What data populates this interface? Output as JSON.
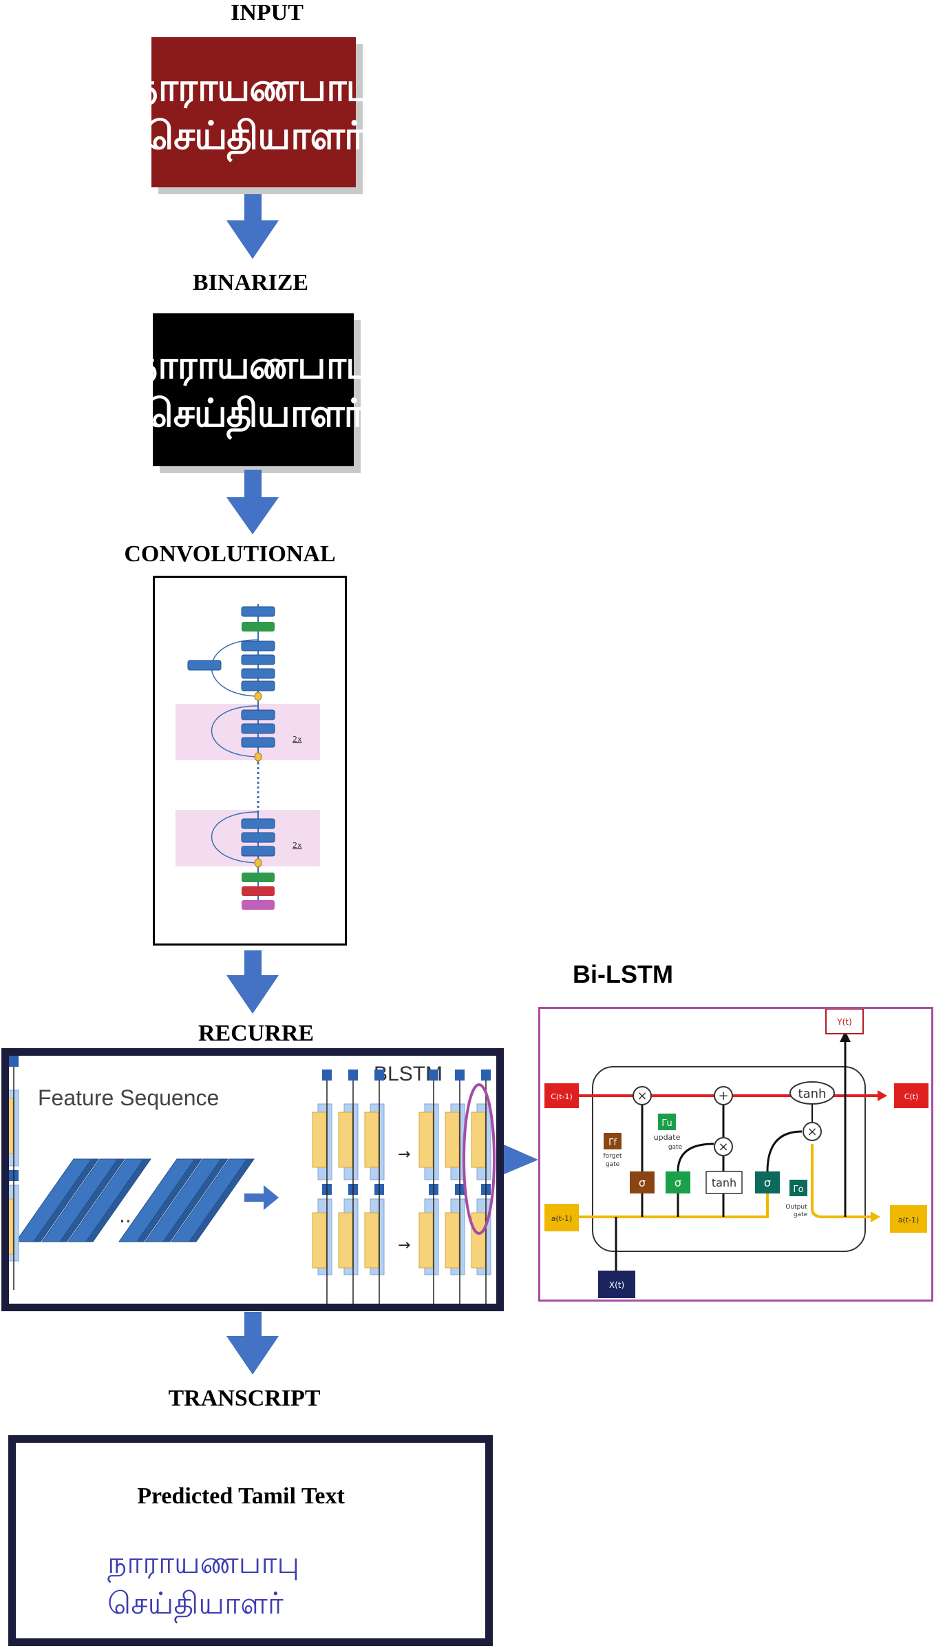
{
  "headings": {
    "input": "INPUT",
    "binarize": "BINARIZE",
    "convolutional": "CONVOLUTIONAL",
    "recurre": "RECURRE",
    "transcript": "TRANSCRIPT",
    "bilstm": "Bi-LSTM"
  },
  "input_image": {
    "line1": "நாராயணபாபு",
    "line2": "செய்தியாளர்",
    "bg": "#8b1a1a"
  },
  "binarized_image": {
    "line1": "நாராயணபாபு",
    "line2": "செய்தியாளர்",
    "bg": "#000000"
  },
  "cnn": {
    "repeat_label_1": "2x",
    "repeat_label_2": "2x"
  },
  "recurrent": {
    "feature_sequence_label": "Feature Sequence",
    "ellipsis": "...",
    "blstm_label": "BLSTM"
  },
  "lstm_cell": {
    "c_prev": "C(t-1)",
    "c_next": "C(t)",
    "a_prev": "a(t-1)",
    "a_next": "a(t-1)",
    "x_in": "X(t)",
    "y_out": "Y(t)",
    "forget_gate_symbol": "Γf",
    "forget_gate_label": "forget",
    "forget_gate_label2": "gate",
    "update_gate_symbol": "Γu",
    "update_gate_label": "update",
    "update_gate_label2": "gate",
    "output_gate_symbol": "Γo",
    "output_gate_label": "Output",
    "output_gate_label2": "gate",
    "sigma": "σ",
    "tanh": "tanh",
    "times": "×",
    "plus": "+"
  },
  "prediction": {
    "title": "Predicted Tamil Text",
    "line1": "நாராயணபாபு",
    "line2": "செய்தியாளர்"
  },
  "colors": {
    "arrow": "#4472c4",
    "cell_border": "#a64ca6",
    "c_line": "#e02020",
    "a_line": "#f0b800",
    "lstm_box_dark": "#1c1c3c",
    "pink_block": "#f3dcef",
    "predicted_text": "#3c3cb4"
  }
}
